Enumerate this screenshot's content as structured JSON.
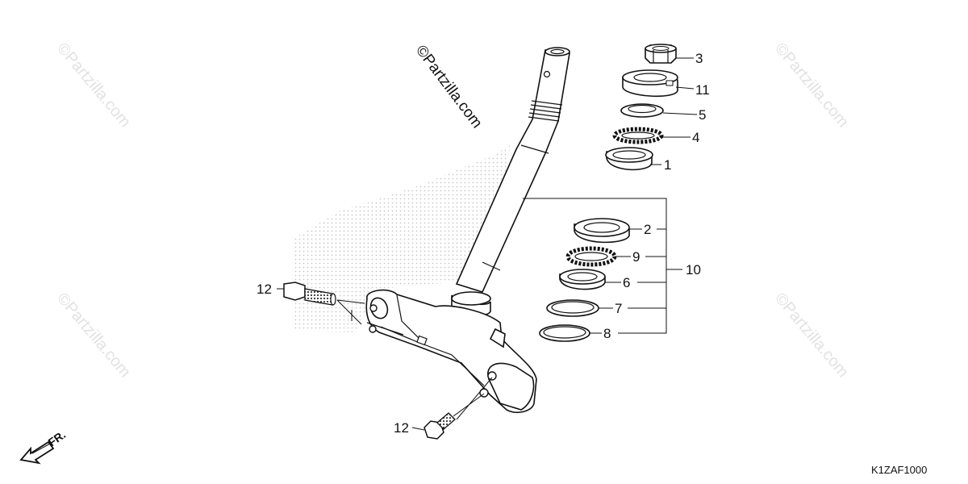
{
  "watermarks": {
    "main": "©Partzilla.com",
    "faint": "©Partzilla.com"
  },
  "diagram_code": "K1ZAF1000",
  "front_marker": "FR.",
  "callouts": {
    "c3": "3",
    "c11": "11",
    "c5": "5",
    "c4": "4",
    "c1": "1",
    "c2": "2",
    "c9": "9",
    "c10": "10",
    "c6": "6",
    "c7": "7",
    "c8": "8",
    "c12a": "12",
    "c12b": "12"
  },
  "colors": {
    "line": "#111111",
    "watermark": "#e2e2e2",
    "stipple": "#c8c8c8"
  }
}
